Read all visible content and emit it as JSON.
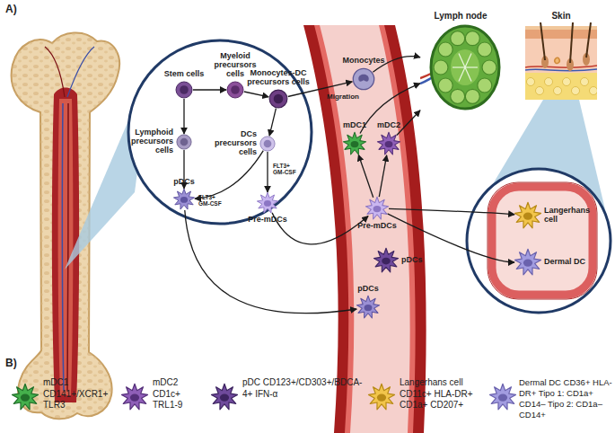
{
  "diagram": {
    "nodes": [
      {
        "text": [
          "Stem cells"
        ]
      },
      {
        "text": [
          "Myeloid precursors cells"
        ]
      },
      {
        "text": [
          "Monocytes-DC precursors cells"
        ]
      },
      {
        "text": [
          "Lymphoid precursors cells"
        ]
      },
      {
        "text": [
          "DCs precursors cells"
        ]
      },
      {
        "text": [
          "pDCs"
        ]
      },
      {
        "text": [
          "Pre-mDCs"
        ]
      },
      {
        "text": [
          "Monocytes"
        ]
      },
      {
        "text": [
          "mDC1"
        ]
      },
      {
        "text": [
          "mDC2"
        ]
      },
      {
        "text": [
          "Pre-mDCs"
        ]
      },
      {
        "text": [
          "pDCs"
        ]
      },
      {
        "text": [
          "pDCs"
        ]
      },
      {
        "text": [
          "Lymph node"
        ]
      },
      {
        "text": [
          "Skin"
        ]
      },
      {
        "text": [
          "Langerhans cell"
        ]
      },
      {
        "text": [
          "Dermal DC"
        ]
      }
    ],
    "edges": [
      {
        "from": 0,
        "to": 1,
        "arrow": "to"
      },
      {
        "from": 1,
        "to": 2,
        "arrow": "to"
      },
      {
        "from": 0,
        "to": 3,
        "arrow": "to"
      },
      {
        "from": 2,
        "to": 4,
        "arrow": "to"
      },
      {
        "from": 4,
        "to": 5,
        "arrow": "to",
        "label": "FLT3+ GM-CSF"
      },
      {
        "from": 4,
        "to": 6,
        "arrow": "to",
        "label": "FLT3+ GM-CSF"
      },
      {
        "from": 3,
        "to": 5,
        "arrow": "to"
      },
      {
        "from": 2,
        "to": 7,
        "arrow": "to"
      },
      {
        "from": 6,
        "to": 10,
        "arrow": "to"
      },
      {
        "from": 5,
        "to": 12,
        "arrow": "to"
      },
      {
        "from": 10,
        "to": 8,
        "arrow": "to"
      },
      {
        "from": 10,
        "to": 9,
        "arrow": "to"
      },
      {
        "from": 7,
        "to": 13,
        "arrow": "to"
      },
      {
        "from": 8,
        "to": 13,
        "arrow": "to"
      },
      {
        "from": 9,
        "to": 13,
        "arrow": "to"
      },
      {
        "from": 10,
        "to": 15,
        "arrow": "to"
      },
      {
        "from": 10,
        "to": 16,
        "arrow": "to"
      }
    ],
    "labels": [
      "A)",
      "B)",
      "Migration"
    ],
    "legend": [
      {
        "text": "mDC1 CD141+/XCR1+ TLR3"
      },
      {
        "text": "mDC2 CD1c+ TRL1-9"
      },
      {
        "text": "pDC CD123+/CD303+/BDCA-4+ IFN-α"
      },
      {
        "text": "Langerhans cell CD11c+ HLA-DR+ CD1a+ CD207+"
      },
      {
        "text": "Dermal DC CD36+ HLA-DR+ Tipo 1: CD1a+ CD14– Tipo 2: CD1a– CD14+"
      }
    ]
  }
}
